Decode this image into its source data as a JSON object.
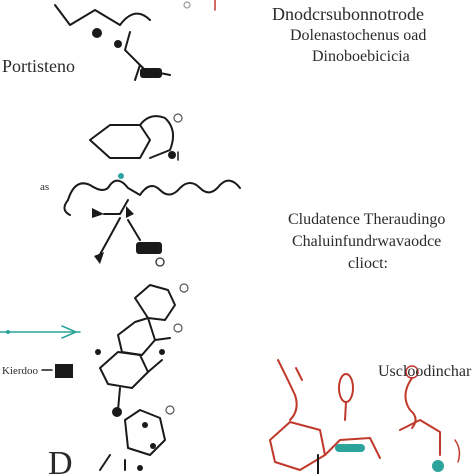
{
  "labels": {
    "top_right_1": "Dnodcrsubonnotrode",
    "top_right_2": "Dolenastochenus oad",
    "top_right_3": "Dinoboebicicia",
    "left_1": "Portisteno",
    "left_2": "as",
    "mid_right_1": "Cludatence Theraudingo",
    "mid_right_2": "Chaluinfundrwavaodce",
    "mid_right_3": "clioct:",
    "left_bottom": "Kierdoo",
    "bottom_right": "Uscloodinchar",
    "bottom_left_glyph": "D"
  },
  "colors": {
    "ink": "#1a1a1a",
    "accent_red": "#c0392b",
    "accent_teal": "#2ca39b"
  }
}
